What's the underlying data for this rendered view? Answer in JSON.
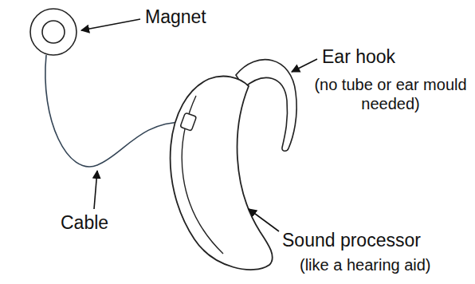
{
  "diagram": {
    "labels": [
      "Magnet",
      "Ear hook",
      "(no tube or ear mould needed)",
      "Cable",
      "Sound processor",
      "(like a hearing aid)"
    ]
  }
}
